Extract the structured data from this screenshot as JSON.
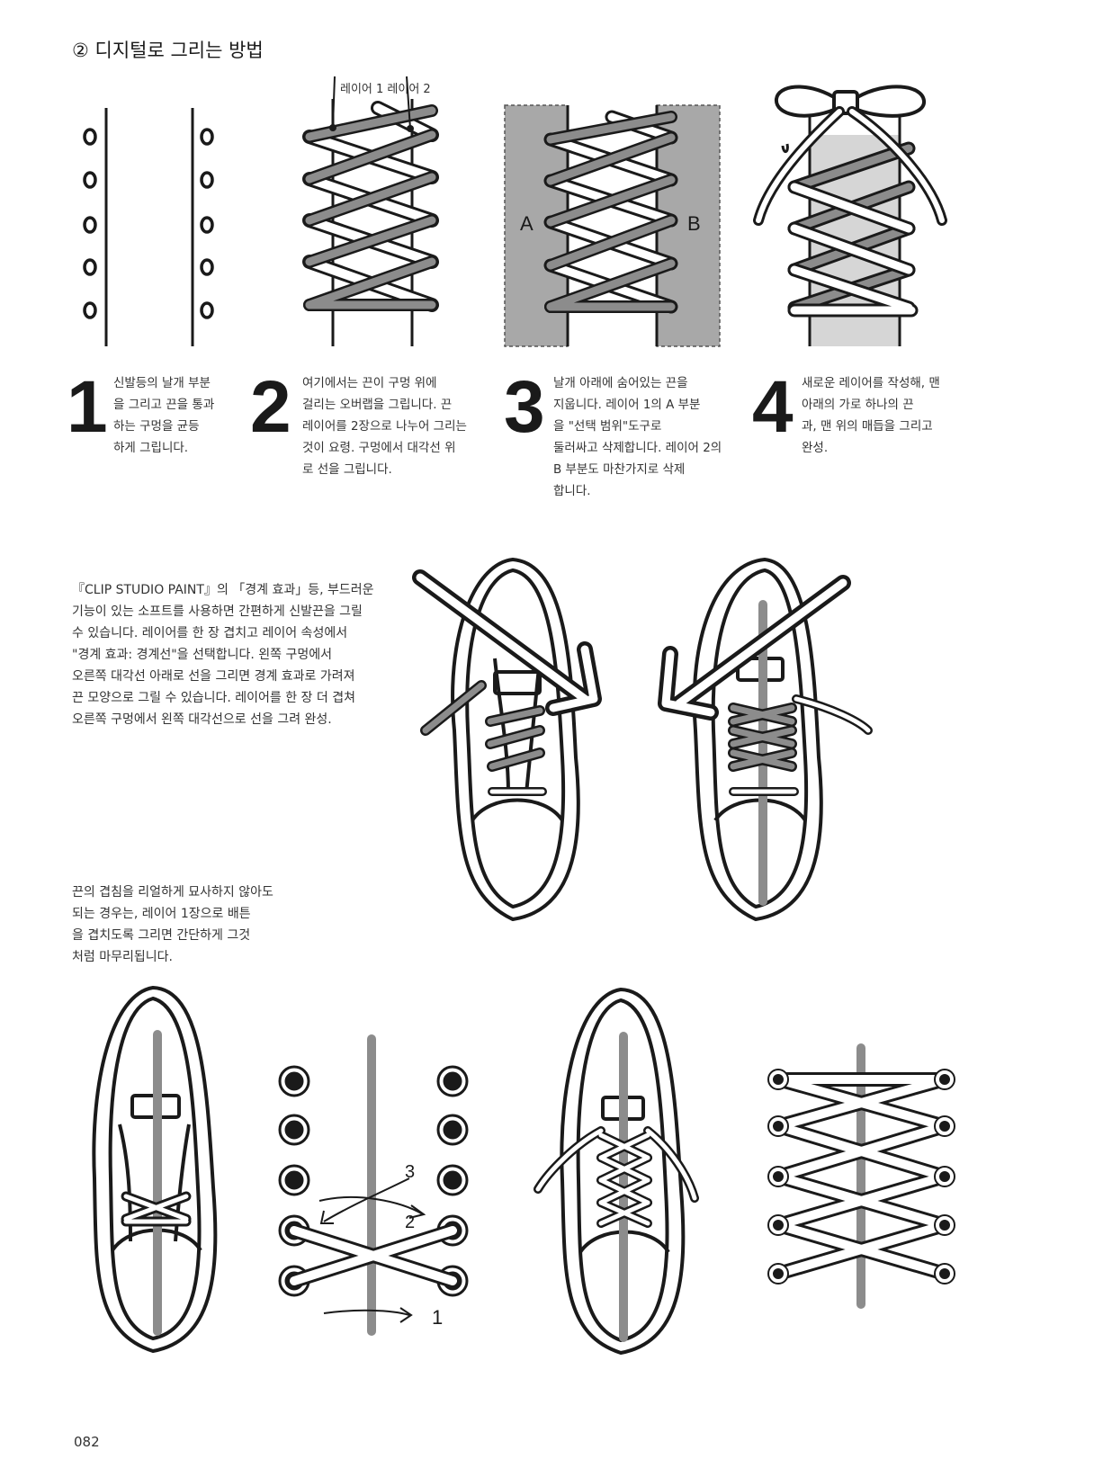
{
  "section_title": "② 디지털로 그리는 방법",
  "layer_label": "레이어 1 레이어 2",
  "region_labels": {
    "a": "A",
    "b": "B"
  },
  "steps": [
    {
      "number": "1",
      "text": "신발등의 날개 부분\n을 그리고 끈을 통과\n하는 구멍을 균등\n하게 그립니다."
    },
    {
      "number": "2",
      "text": "여기에서는 끈이 구멍 위에\n걸리는 오버랩을 그립니다. 끈\n레이어를 2장으로 나누어 그리는\n것이 요령. 구멍에서 대각선 위\n로 선을 그립니다."
    },
    {
      "number": "3",
      "text": "날개 아래에 숨어있는 끈을\n지웁니다. 레이어 1의 A 부분\n을 \"선택 범위\"도구로\n둘러싸고 삭제합니다. 레이어 2의\nB 부분도 마찬가지로 삭제\n합니다."
    },
    {
      "number": "4",
      "text": "새로운 레이어를 작성해, 맨\n아래의 가로 하나의 끈\n과, 맨 위의 매듭을 그리고\n완성."
    }
  ],
  "paragraph_1": "『CLIP STUDIO PAINT』의 「경계 효과」등, 부드러운\n기능이 있는 소프트를 사용하면 간편하게 신발끈을 그릴\n수 있습니다. 레이어를 한 장 겹치고 레이어 속성에서\n\"경계 효과: 경계선\"을 선택합니다. 왼쪽 구멍에서\n오른쪽 대각선 아래로 선을 그리면 경계 효과로 가려져\n끈 모양으로 그릴 수 있습니다. 레이어를 한 장 더 겹쳐\n오른쪽 구멍에서 왼쪽 대각선으로 선을 그려 완성.",
  "paragraph_2": "끈의 겹침을 리얼하게 묘사하지 않아도\n되는 경우는, 레이어 1장으로 배튼\n을 겹치도록 그리면 간단하게 그것\n처럼 마무리됩니다.",
  "diagram_numbers": {
    "one": "1",
    "two": "2",
    "three": "3"
  },
  "page_number": "082",
  "colors": {
    "lace_gray": "#8c8c8c",
    "panel_gray": "#a8a8a8",
    "ink": "#1a1a1a"
  }
}
